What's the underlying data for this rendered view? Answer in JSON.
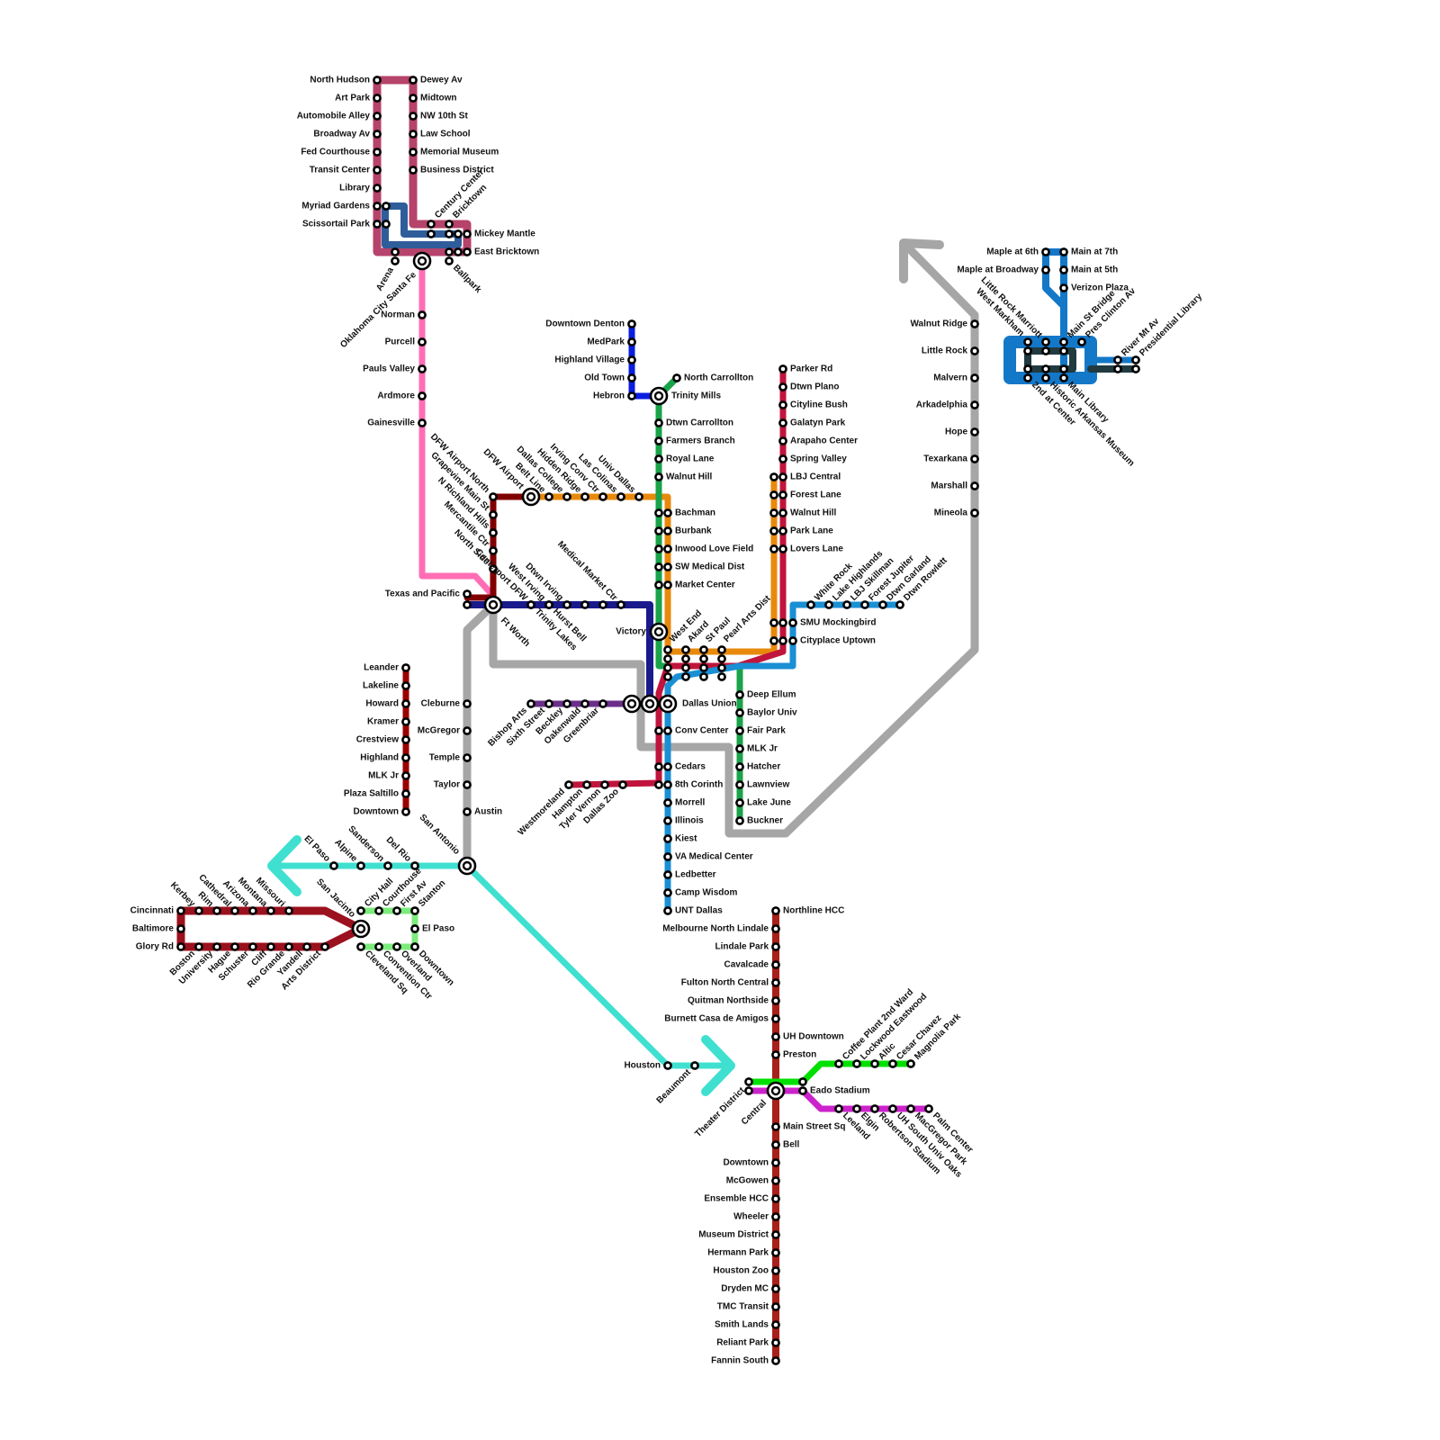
{
  "lines": [
    {
      "name": "okc-streetcar-outer",
      "color": "#B5436B"
    },
    {
      "name": "okc-streetcar-inner",
      "color": "#2F5D9A"
    },
    {
      "name": "heartland-flyer",
      "color": "#FF6EB4"
    },
    {
      "name": "amtrak-texas-eagle",
      "color": "#A6A6A6"
    },
    {
      "name": "amtrak-sunset-limited",
      "color": "#40E0D0"
    },
    {
      "name": "dart-red",
      "color": "#C0143C"
    },
    {
      "name": "dart-orange",
      "color": "#E8890C"
    },
    {
      "name": "dart-green",
      "color": "#1AA34A"
    },
    {
      "name": "dart-blue",
      "color": "#1A8FD4"
    },
    {
      "name": "dcta-a-train",
      "color": "#0A1EE0"
    },
    {
      "name": "trinity-railway-express",
      "color": "#1A1A8C"
    },
    {
      "name": "tex-rail",
      "color": "#800000"
    },
    {
      "name": "streetcar-bishop-arts",
      "color": "#6B2F8A"
    },
    {
      "name": "capmetro-red",
      "color": "#9B0000"
    },
    {
      "name": "el-paso-streetcar",
      "color": "#9B111E"
    },
    {
      "name": "el-paso-downtown",
      "color": "#7CEB7C"
    },
    {
      "name": "metro-red-houston",
      "color": "#A8201A"
    },
    {
      "name": "metro-green-houston",
      "color": "#00E000"
    },
    {
      "name": "metro-purple-houston",
      "color": "#CC22CC"
    },
    {
      "name": "rock-region-blue",
      "color": "#1478C8"
    },
    {
      "name": "rock-region-dark",
      "color": "#203A40"
    }
  ],
  "stations": {
    "north_hudson": "North Hudson",
    "art_park": "Art Park",
    "automobile_alley": "Automobile Alley",
    "broadway_av": "Broadway Av",
    "fed_courthouse": "Fed Courthouse",
    "transit_center": "Transit Center",
    "library": "Library",
    "myriad_gardens": "Myriad Gardens",
    "scissortail_park": "Scissortail Park",
    "arena": "Arena",
    "okc_santa_fe": "Oklahoma City Santa Fe",
    "dewey_av": "Dewey Av",
    "midtown": "Midtown",
    "nw_10th": "NW 10th St",
    "law_school": "Law School",
    "memorial_museum": "Memorial Museum",
    "business_district": "Business District",
    "century_center": "Century Center",
    "bricktown": "Bricktown",
    "mickey_mantle": "Mickey Mantle",
    "east_bricktown": "East Bricktown",
    "ballpark": "Ballpark",
    "norman": "Norman",
    "purcell": "Purcell",
    "pauls_valley": "Pauls Valley",
    "ardmore": "Ardmore",
    "gainesville": "Gainesville",
    "texas_pacific": "Texas and Pacific",
    "ft_worth": "Ft Worth",
    "dfw_north": "DFW Airport North",
    "grapevine": "Grapevine Main St",
    "n_richland": "N Richland Hills",
    "mercantile": "Mercantile Ctr",
    "north_side": "North Side",
    "dfw_airport": "DFW Airport",
    "belt_line": "Belt Line",
    "dallas_college": "Dallas College",
    "hidden_ridge": "Hidden Ridge",
    "irving_conv": "Irving Conv Ctr",
    "las_colinas": "Las Colinas",
    "univ_dallas": "Univ Dallas",
    "centerport": "Centerport DFW",
    "west_irving": "West Irving",
    "dtwn_irving": "Dtwn Irving",
    "medical_market": "Medical Market Ctr",
    "hurst_bell": "Hurst Bell",
    "trinity_lakes": "Trinity Lakes",
    "downtown_denton": "Downtown Denton",
    "medpark": "MedPark",
    "highland_village": "Highland Village",
    "old_town": "Old Town",
    "hebron": "Hebron",
    "north_carrollton": "North Carrollton",
    "trinity_mills": "Trinity Mills",
    "dtwn_carrollton": "Dtwn Carrollton",
    "farmers_branch": "Farmers Branch",
    "royal_lane": "Royal Lane",
    "walnut_hill": "Walnut Hill",
    "bachman": "Bachman",
    "burbank": "Burbank",
    "inwood": "Inwood Love Field",
    "sw_medical": "SW Medical Dist",
    "market_center": "Market Center",
    "victory": "Victory",
    "west_end": "West End",
    "akard": "Akard",
    "st_paul": "St Paul",
    "pearl": "Pearl Arts Dist",
    "parker_rd": "Parker Rd",
    "dtwn_plano": "Dtwn Plano",
    "cityline": "Cityline Bush",
    "galatyn": "Galatyn Park",
    "arapaho": "Arapaho Center",
    "spring_valley": "Spring Valley",
    "lbj_central": "LBJ Central",
    "forest_lane": "Forest Lane",
    "walnut_hill2": "Walnut Hill",
    "park_lane": "Park Lane",
    "lovers_lane": "Lovers Lane",
    "smu": "SMU Mockingbird",
    "cityplace": "Cityplace Uptown",
    "white_rock": "White Rock",
    "lake_highlands": "Lake Highlands",
    "lbj_skillman": "LBJ Skillman",
    "forest_jupiter": "Forest Jupiter",
    "dtwn_garland": "Dtwn Garland",
    "dtwn_rowlett": "Dtwn Rowlett",
    "dallas_union": "Dallas Union",
    "conv_center": "Conv Center",
    "cedars": "Cedars",
    "eighth_corinth": "8th Corinth",
    "morrell": "Morrell",
    "illinois": "Illinois",
    "kiest": "Kiest",
    "va_medical": "VA Medical Center",
    "ledbetter": "Ledbetter",
    "camp_wisdom": "Camp Wisdom",
    "unt_dallas": "UNT Dallas",
    "deep_ellum": "Deep Ellum",
    "baylor": "Baylor Univ",
    "fair_park": "Fair Park",
    "mlk_jr": "MLK Jr",
    "hatcher": "Hatcher",
    "lawnview": "Lawnview",
    "lake_june": "Lake June",
    "buckner": "Buckner",
    "westmoreland": "Westmoreland",
    "hampton": "Hampton",
    "tyler_vernon": "Tyler Vernon",
    "dallas_zoo": "Dallas Zoo",
    "bishop_arts": "Bishop Arts",
    "sixth_street": "Sixth Street",
    "beckley": "Beckley",
    "oakenwald": "Oakenwald",
    "greenbriar": "Greenbriar",
    "cleburne": "Cleburne",
    "mcgregor": "McGregor",
    "temple": "Temple",
    "taylor": "Taylor",
    "austin": "Austin",
    "san_antonio": "San Antonio",
    "leander": "Leander",
    "lakeline": "Lakeline",
    "howard": "Howard",
    "kramer": "Kramer",
    "crestview": "Crestview",
    "highland": "Highland",
    "mlk_jr_atx": "MLK Jr",
    "plaza_saltillo": "Plaza Saltillo",
    "downtown_atx": "Downtown",
    "el_paso_w": "El Paso",
    "alpine": "Alpine",
    "sanderson": "Sanderson",
    "del_rio": "Del Rio",
    "houston": "Houston",
    "beaumont": "Beaumont",
    "cincinnati": "Cincinnati",
    "baltimore": "Baltimore",
    "glory_rd": "Glory Rd",
    "kerbey": "Kerbey",
    "rim": "Rim",
    "cathedral": "Cathedral",
    "arizona": "Arizona",
    "montana": "Montana",
    "missouri": "Missouri",
    "boston": "Boston",
    "university": "University",
    "hague": "Hague",
    "schuster": "Schuster",
    "cliff": "Cliff",
    "rio_grande": "Rio Grande",
    "yandell": "Yandell",
    "arts_district": "Arts District",
    "san_jacinto": "San Jacinto",
    "city_hall": "City Hall",
    "courthouse": "Courthouse",
    "first_av": "First Av",
    "stanton": "Stanton",
    "el_paso_stn": "El Paso",
    "downtown_ep": "Downtown",
    "cleveland_sq": "Cleveland Sq",
    "convention_ctr": "Convention Ctr",
    "overland": "Overland",
    "northline": "Northline HCC",
    "melbourne": "Melbourne North Lindale",
    "lindale": "Lindale Park",
    "cavalcade": "Cavalcade",
    "fulton": "Fulton North Central",
    "quitman": "Quitman Northside",
    "burnett": "Burnett Casa de Amigos",
    "uh_downtown": "UH Downtown",
    "preston": "Preston",
    "central": "Central",
    "theater_district": "Theater District",
    "eado": "Eado Stadium",
    "main_street_sq": "Main Street Sq",
    "bell": "Bell",
    "downtown_hou": "Downtown",
    "mcgowen": "McGowen",
    "ensemble": "Ensemble HCC",
    "wheeler": "Wheeler",
    "museum_district": "Museum District",
    "hermann_park": "Hermann Park",
    "houston_zoo": "Houston Zoo",
    "dryden": "Dryden MC",
    "tmc_transit": "TMC Transit",
    "smith_lands": "Smith Lands",
    "reliant_park": "Reliant Park",
    "fannin_south": "Fannin South",
    "coffee_plant": "Coffee Plant 2nd Ward",
    "lockwood": "Lockwood Eastwood",
    "altic": "Altic",
    "cesar_chavez": "Cesar Chavez",
    "magnolia_park": "Magnolia Park",
    "leeland": "Leeland",
    "elgin": "Elgin",
    "robertson": "Robertson Stadium",
    "uh_south": "UH South Univ Oaks",
    "macgregor_park": "MacGregor Park",
    "palm_center": "Palm Center",
    "walnut_ridge": "Walnut Ridge",
    "little_rock": "Little Rock",
    "malvern": "Malvern",
    "arkadelphia": "Arkadelphia",
    "hope": "Hope",
    "texarkana": "Texarkana",
    "marshall": "Marshall",
    "mineola": "Mineola",
    "maple_6th": "Maple at 6th",
    "main_7th": "Main at 7th",
    "maple_broadway": "Maple at Broadway",
    "main_5th": "Main at 5th",
    "verizon": "Verizon Plaza",
    "lr_marriott": "Little Rock Marriott",
    "west_markham": "West Markham",
    "main_st_bridge": "Main St Bridge",
    "pres_clinton": "Pres Clinton Av",
    "river_mt": "River Mt Av",
    "pres_library": "Presidential Library",
    "second_center": "2nd at Center",
    "historic_museum": "Historic Arkansas Museum",
    "main_library": "Main Library"
  }
}
